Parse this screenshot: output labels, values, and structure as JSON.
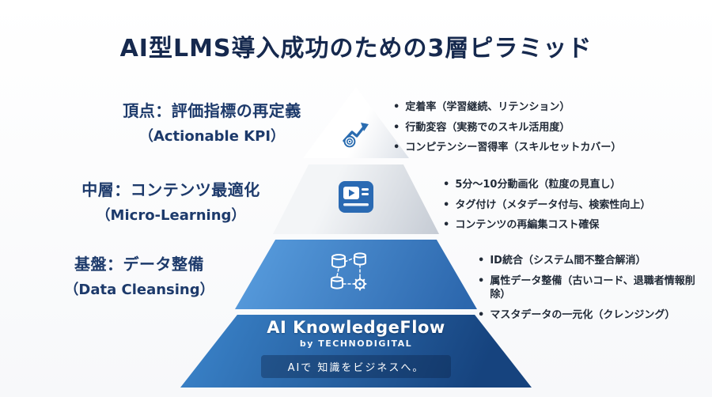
{
  "title": "AI型LMS導入成功のための3層ピラミッド",
  "ui": {
    "bullet_glyph": "•"
  },
  "layers": [
    {
      "name": "apex",
      "label_line1": "頂点：評価指標の再定義",
      "label_line2": "（Actionable KPI）",
      "icon": "growth-target-icon",
      "bullets": [
        "定着率（学習継続、リテンション）",
        "行動変容（実務でのスキル活用度）",
        "コンピテンシー習得率（スキルセットカバー）"
      ]
    },
    {
      "name": "middle",
      "label_line1": "中層：コンテンツ最適化",
      "label_line2": "（Micro-Learning）",
      "icon": "video-content-icon",
      "bullets": [
        "5分〜10分動画化（粒度の見直し）",
        "タグ付け（メタデータ付与、検索性向上）",
        "コンテンツの再編集コスト確保"
      ]
    },
    {
      "name": "foundation",
      "label_line1": "基盤：データ整備",
      "label_line2": "（Data Cleansing）",
      "icon": "database-gear-icon",
      "bullets": [
        "ID統合（システム間不整合解消）",
        "属性データ整備（古いコード、退職者情報削除）",
        "マスタデータの一元化（クレンジング）"
      ]
    }
  ],
  "base": {
    "brand": "AI KnowledgeFlow",
    "byline": "by TECHNODIGITAL",
    "tagline": "AIで 知識をビジネスへ。"
  },
  "colors": {
    "title_navy": "#16294e",
    "label_navy": "#1d3a6b",
    "bullet_text": "#222b38",
    "layer_apex_white": "#ffffff",
    "layer_mid_gray": "#c5cbd4",
    "layer_data_blue_light": "#5a9fe0",
    "layer_data_blue_dark": "#2c67ad",
    "base_blue_top": "#3c86cd",
    "base_blue_bottom": "#16437e"
  }
}
